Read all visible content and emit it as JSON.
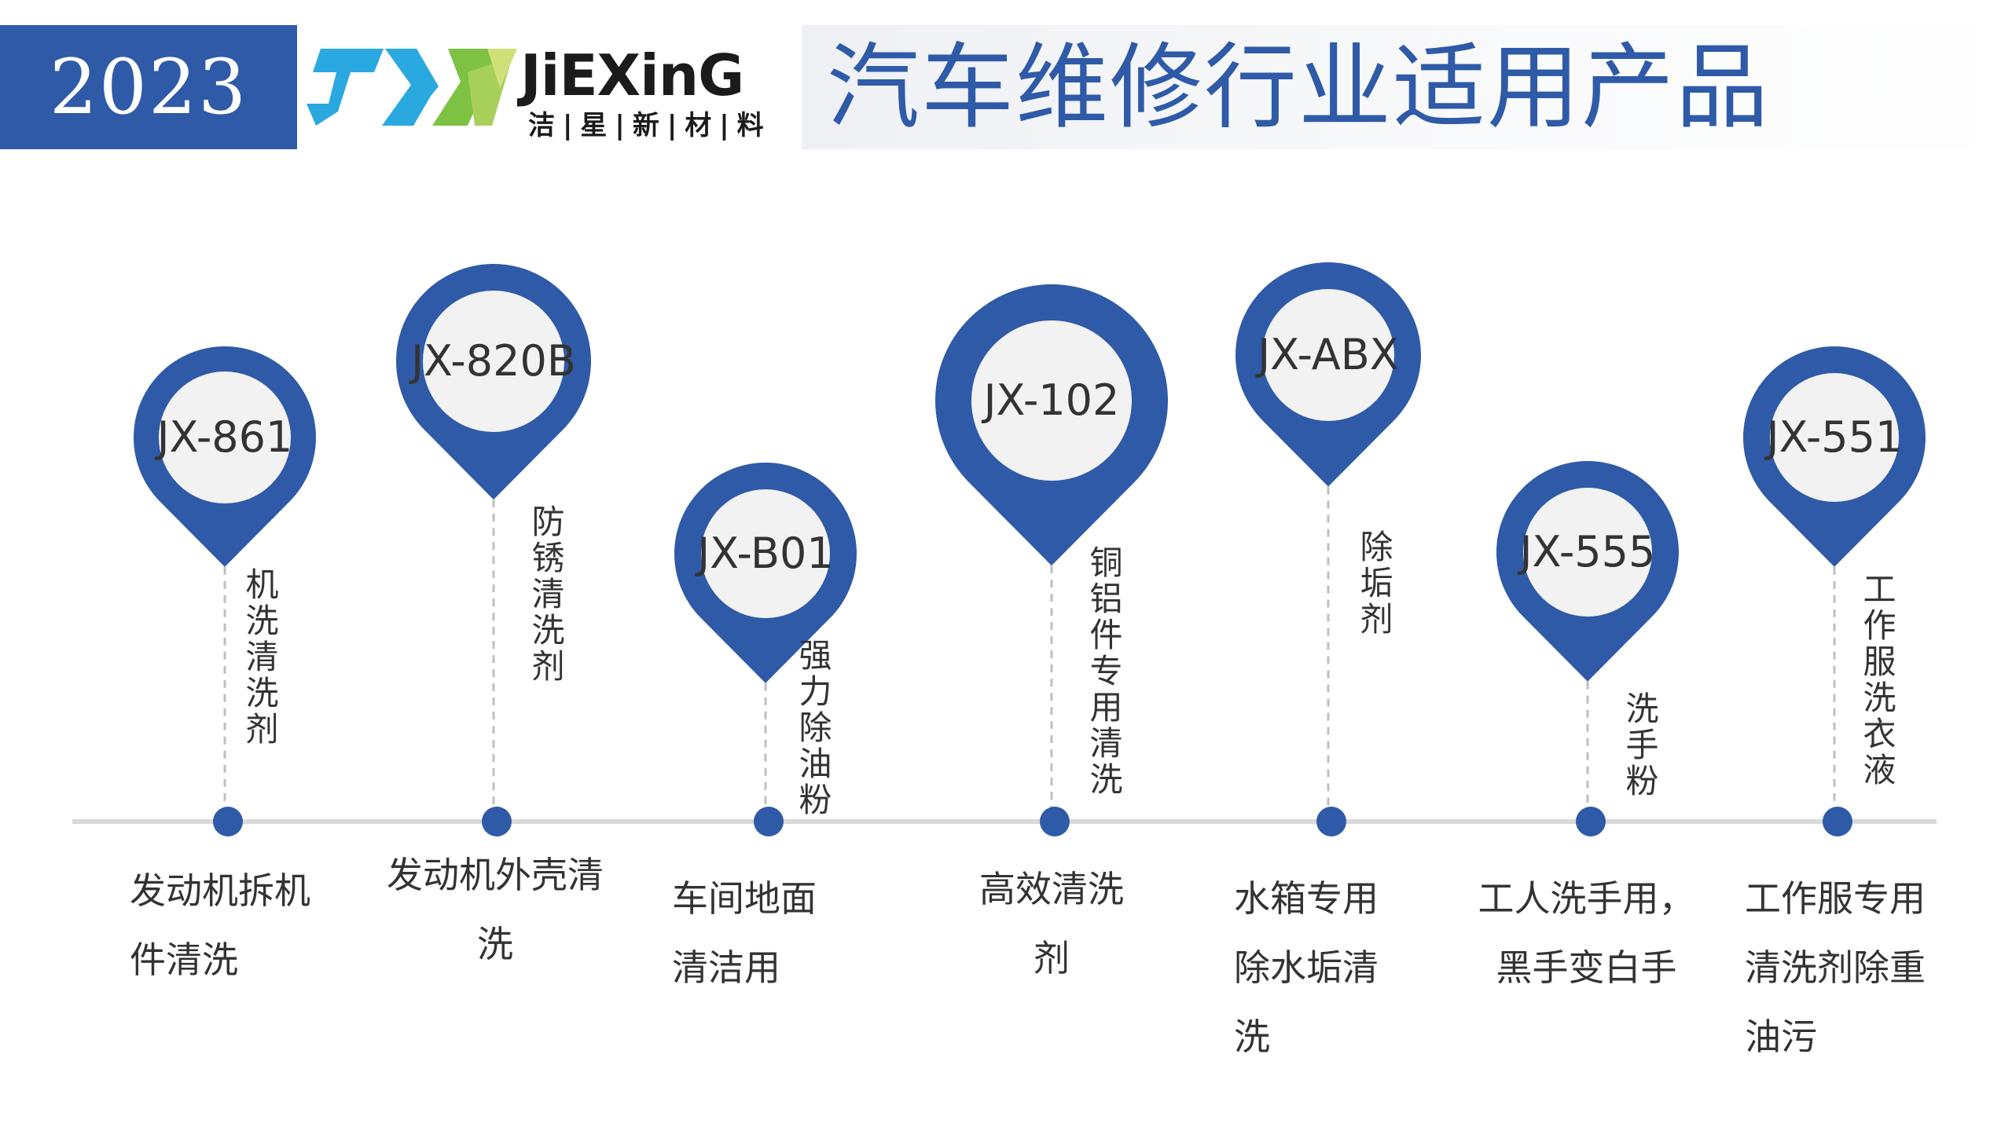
{
  "header": {
    "year": "2023",
    "title": "汽车维修行业适用产品",
    "logo": {
      "wordmark": "JiEXinG",
      "subtitle": "洁|星|新|材|料"
    }
  },
  "colors": {
    "primary": "#2f5aa8",
    "pin_inner": "#f2f2f2",
    "axis": "#d9d9d9",
    "connector": "#bfbfbf",
    "text": "#333333"
  },
  "products": [
    {
      "code": "JX-861",
      "vertical_label": "机洗清洗剂",
      "bottom_label": [
        "发动机拆机",
        "件清洗"
      ]
    },
    {
      "code": "JX-820B",
      "vertical_label": "防锈清洗剂",
      "bottom_label": [
        "发动机外壳清",
        "洗"
      ]
    },
    {
      "code": "JX-B01",
      "vertical_label": "强力除油粉",
      "bottom_label": [
        "车间地面",
        "清洁用"
      ]
    },
    {
      "code": "JX-102",
      "vertical_label": "铜铝件专用清洗",
      "bottom_label": [
        "高效清洗",
        "剂"
      ]
    },
    {
      "code": "JX-ABX",
      "vertical_label": "除垢剂",
      "bottom_label": [
        "水箱专用",
        "除水垢清",
        "洗"
      ]
    },
    {
      "code": "JX-555",
      "vertical_label": "洗手粉",
      "bottom_label": [
        "工人洗手用，",
        "黑手变白手"
      ]
    },
    {
      "code": "JX-551",
      "vertical_label": "工作服洗衣液",
      "bottom_label": [
        "工作服专用",
        "清洗剂除重",
        "油污"
      ]
    }
  ]
}
